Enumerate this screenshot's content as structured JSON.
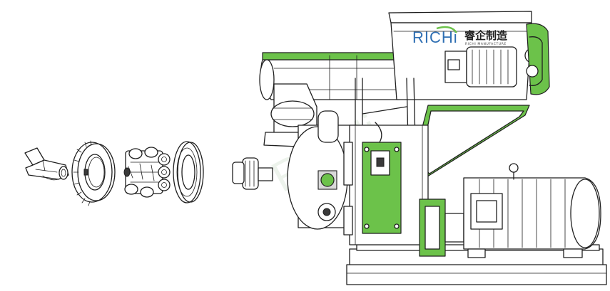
{
  "brand": {
    "logo_latin": "RICHi",
    "logo_chinese": "睿企制造",
    "logo_subtitle": "RICHI MANUFACTURE",
    "watermark": "RICHi"
  },
  "colors": {
    "accent_green": "#6cc24a",
    "logo_blue": "#2f6fb3",
    "logo_green": "#6cc24a",
    "line": "#1f1f1f"
  },
  "components": [
    {
      "name": "roller-shaft"
    },
    {
      "name": "ring-die"
    },
    {
      "name": "roller-assembly"
    },
    {
      "name": "die-ring"
    },
    {
      "name": "pellet-mill"
    }
  ]
}
